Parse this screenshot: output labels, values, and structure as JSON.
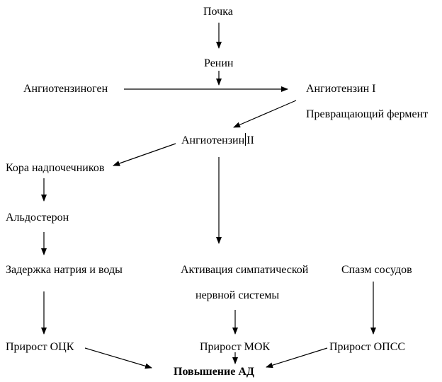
{
  "nodes": {
    "kidney": "Почка",
    "renin": "Ренин",
    "angiotensinogen": "Ангиотензиноген",
    "angiotensin_1": "Ангиотензин I",
    "converting_enzyme": "Превращающий фермент",
    "angiotensin_2_part1": "Ангиотензин",
    "angiotensin_2_part2": "II",
    "adrenal_cortex": "Кора надпочечников",
    "aldosterone": "Альдостерон",
    "sodium_water_retention": "Задержка натрия и воды",
    "sympathetic_activation_line1": "Активация симпатической",
    "sympathetic_activation_line2": "нервной системы",
    "vasospasm": "Спазм сосудов",
    "bcv_increase": "Прирост ОЦК",
    "cardiac_output_increase": "Прирост МОК",
    "tpvr_increase": "Прирост ОПСС",
    "bp_increase": "Повышение АД"
  }
}
